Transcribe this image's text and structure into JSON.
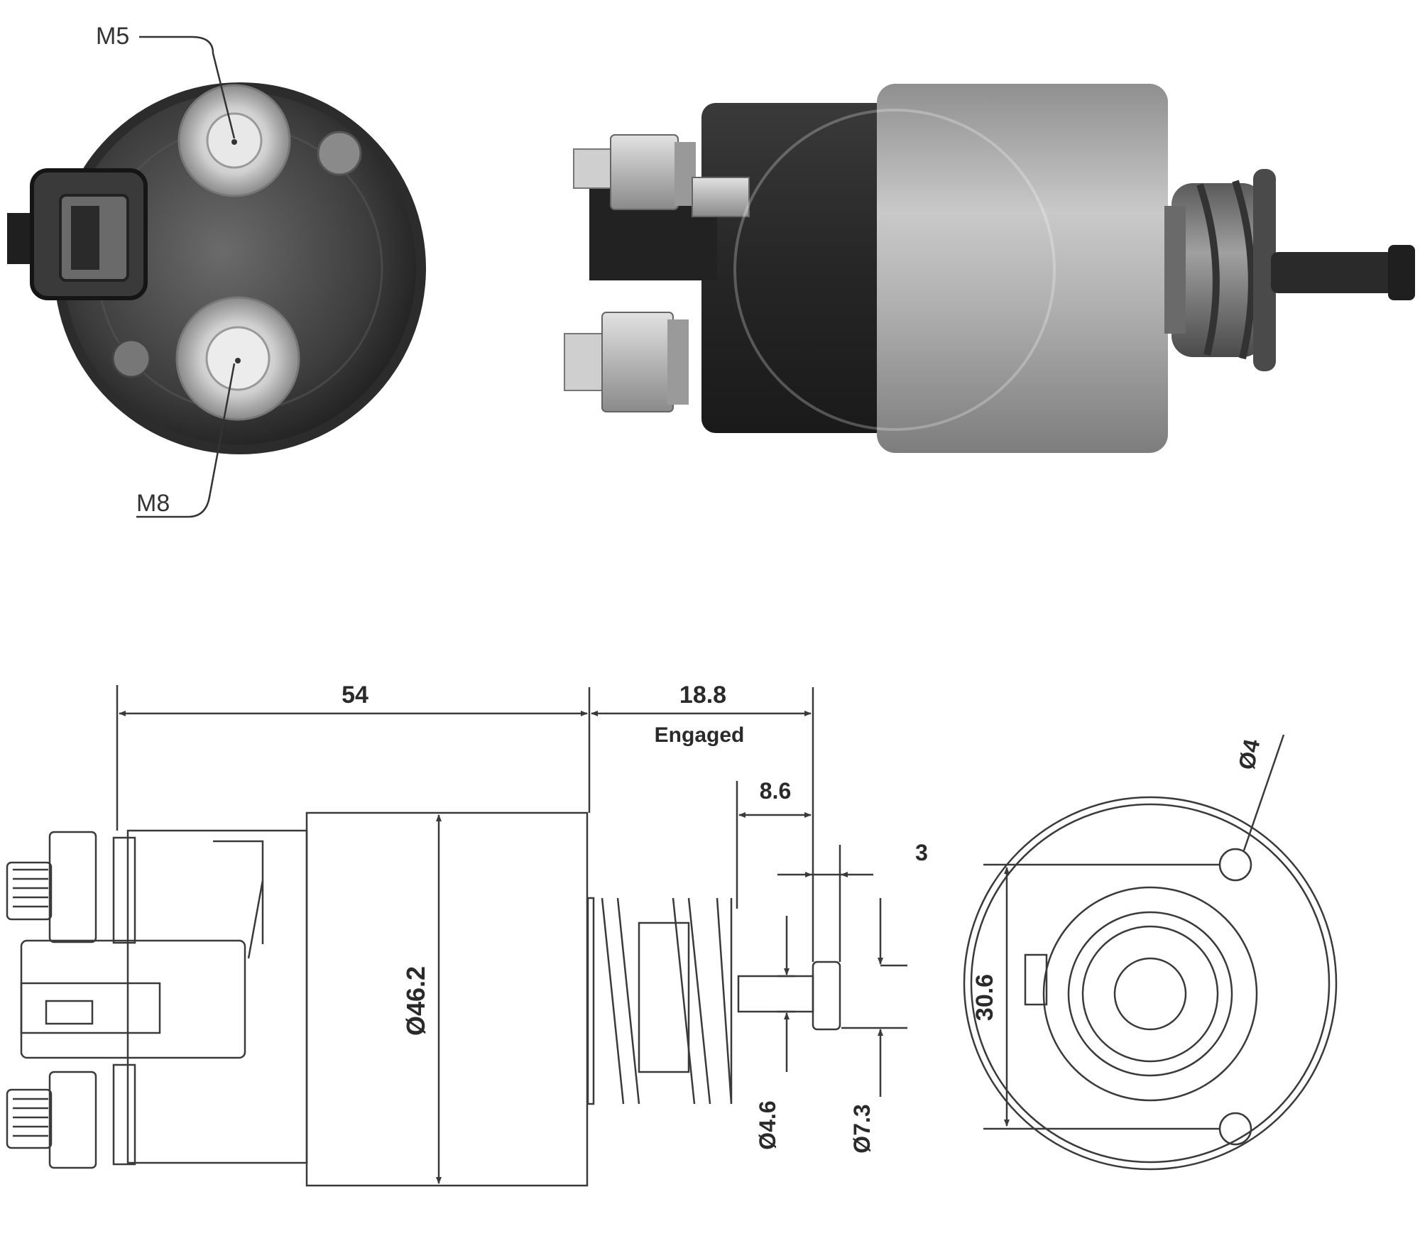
{
  "photo_callouts": {
    "top_terminal_thread": "M5",
    "bottom_terminal_thread": "M8"
  },
  "drawing": {
    "overall_length": "54",
    "stroke_engaged": "18.8",
    "stroke_caption": "Engaged",
    "plunger_head_width": "8.6",
    "plunger_tip_width": "3",
    "body_diameter": "Ø46.2",
    "shaft_diameter": "Ø4.6",
    "tip_diameter": "Ø7.3",
    "mount_hole_spacing": "30.6",
    "mount_hole_diameter": "Ø4"
  },
  "colors": {
    "line": "#3a3a3a",
    "body_gray": "#a8a8a8",
    "dark": "#2b2b2b"
  }
}
